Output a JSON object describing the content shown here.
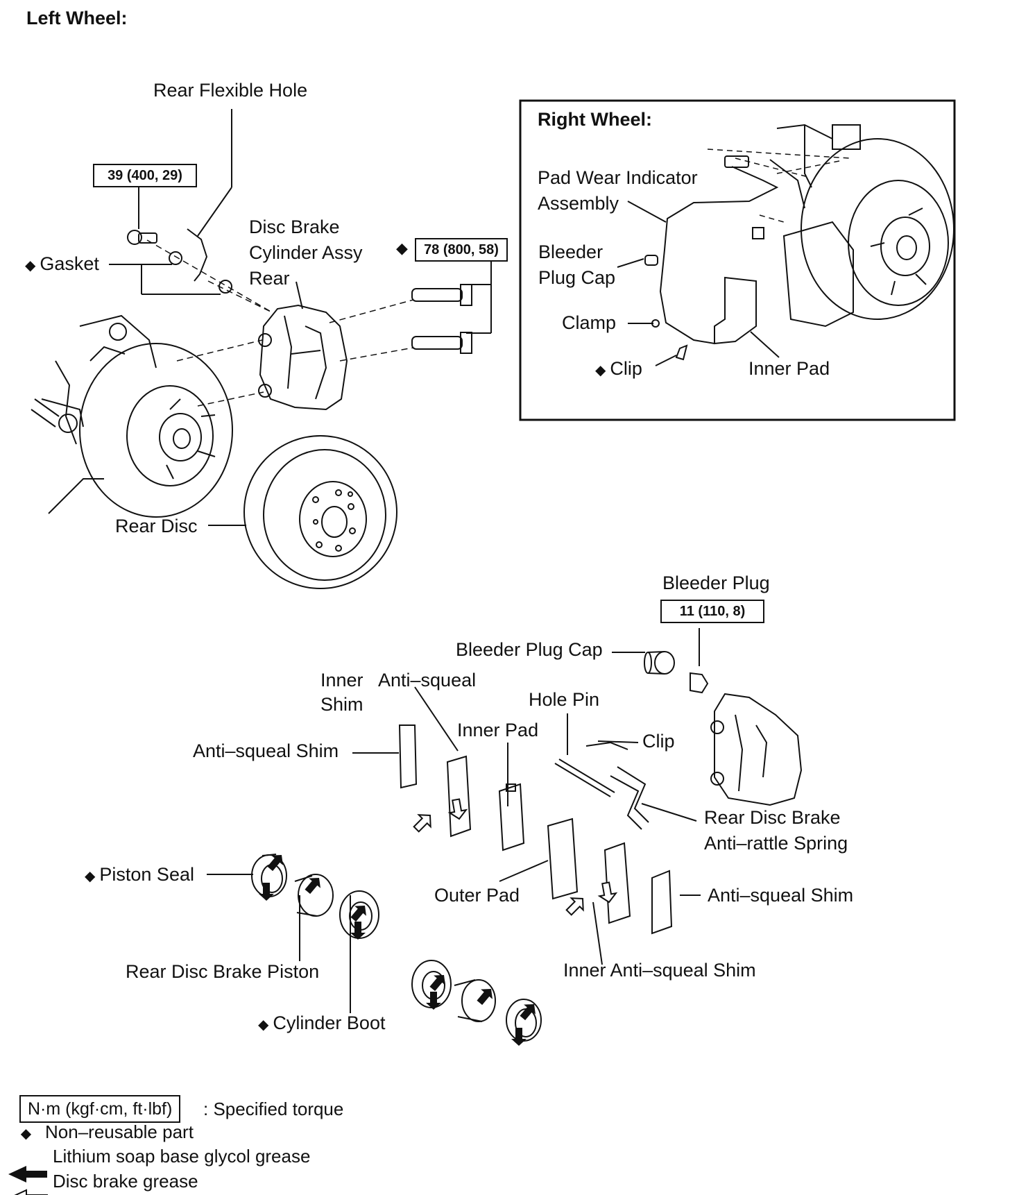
{
  "header": {
    "left_wheel": "Left Wheel:",
    "right_wheel": "Right Wheel:"
  },
  "torques": {
    "t39": "39 (400, 29)",
    "t78": "78 (800, 58)",
    "t11": "11 (110, 8)"
  },
  "labels": {
    "rear_flexible_hole": "Rear Flexible Hole",
    "gasket": "Gasket",
    "cyl_assy_1": "Disc Brake",
    "cyl_assy_2": "Cylinder Assy",
    "cyl_assy_3": "Rear",
    "rear_disc": "Rear Disc",
    "bleeder_plug": "Bleeder Plug",
    "bleeder_plug_cap": "Bleeder Plug Cap",
    "inner_shim_1": "Inner",
    "inner_shim_2": "Shim",
    "inner_shim_3": "Anti–squeal",
    "hole_pin": "Hole Pin",
    "inner_pad": "Inner Pad",
    "clip": "Clip",
    "anti_squeal_shim_left": "Anti–squeal Shim",
    "spring_1": "Rear Disc Brake",
    "spring_2": "Anti–rattle Spring",
    "piston_seal": "Piston Seal",
    "outer_pad": "Outer Pad",
    "anti_squeal_shim_right": "Anti–squeal Shim",
    "rear_piston": "Rear Disc Brake Piston",
    "inner_anti_squeal_shim": "Inner Anti–squeal Shim",
    "cylinder_boot": "Cylinder Boot"
  },
  "inset": {
    "pad_wear_1": "Pad Wear Indicator",
    "pad_wear_2": "Assembly",
    "bleeder_cap_1": "Bleeder",
    "bleeder_cap_2": "Plug Cap",
    "clamp": "Clamp",
    "clip": "Clip",
    "inner_pad": "Inner Pad"
  },
  "legend": {
    "unit_box": "N·m (kgf·cm, ft·lbf)",
    "specified_torque": ": Specified torque",
    "non_reusable": "Non–reusable part",
    "lithium": "Lithium soap base glycol grease",
    "disc_grease": "Disc brake grease"
  },
  "symbols": {
    "diamond": "◆"
  },
  "colors": {
    "ink": "#111111",
    "paper": "#ffffff"
  }
}
